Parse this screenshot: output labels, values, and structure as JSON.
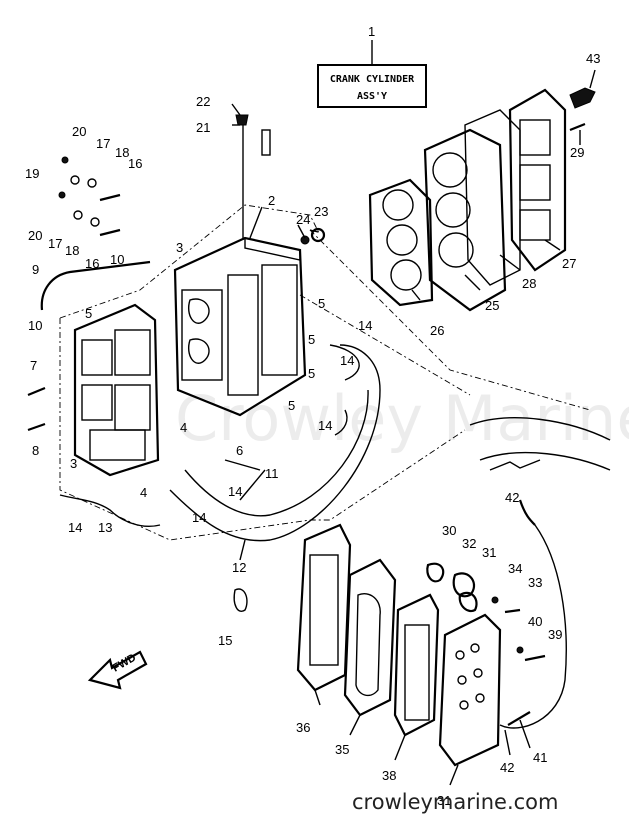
{
  "title_box": {
    "line1": "CRANK CYLINDER",
    "line2": "ASS'Y"
  },
  "fwd_label": "FWD",
  "watermark": "Crowley Marine",
  "footer": "crowleymarine.com",
  "callouts": [
    "1",
    "2",
    "3",
    "3",
    "4",
    "4",
    "5",
    "5",
    "5",
    "5",
    "5",
    "6",
    "7",
    "8",
    "9",
    "10",
    "10",
    "11",
    "12",
    "13",
    "14",
    "14",
    "14",
    "14",
    "14",
    "14",
    "15",
    "16",
    "16",
    "17",
    "17",
    "18",
    "18",
    "19",
    "20",
    "20",
    "21",
    "22",
    "23",
    "24",
    "25",
    "26",
    "27",
    "28",
    "29",
    "30",
    "31",
    "31",
    "32",
    "33",
    "34",
    "35",
    "36",
    "38",
    "39",
    "40",
    "41",
    "42",
    "42",
    "43"
  ]
}
